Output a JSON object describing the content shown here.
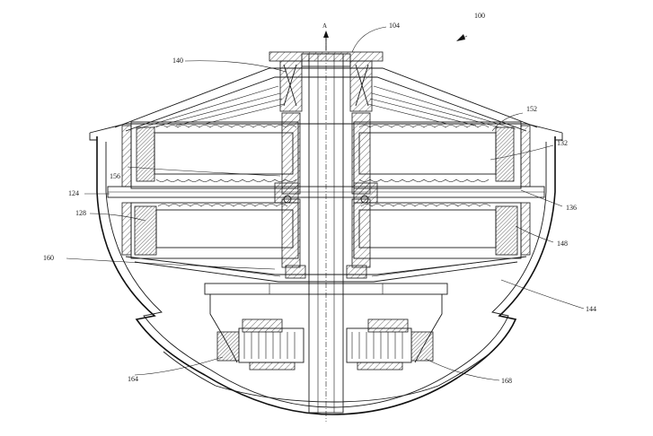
{
  "figure": {
    "section_marker": "A",
    "reference_numerals": {
      "r100": "100",
      "r104": "104",
      "r140": "140",
      "r152": "152",
      "r132": "132",
      "r156": "156",
      "r124": "124",
      "r136": "136",
      "r128": "128",
      "r148": "148",
      "r160": "160",
      "r144": "144",
      "r164": "164",
      "r168": "168"
    }
  }
}
